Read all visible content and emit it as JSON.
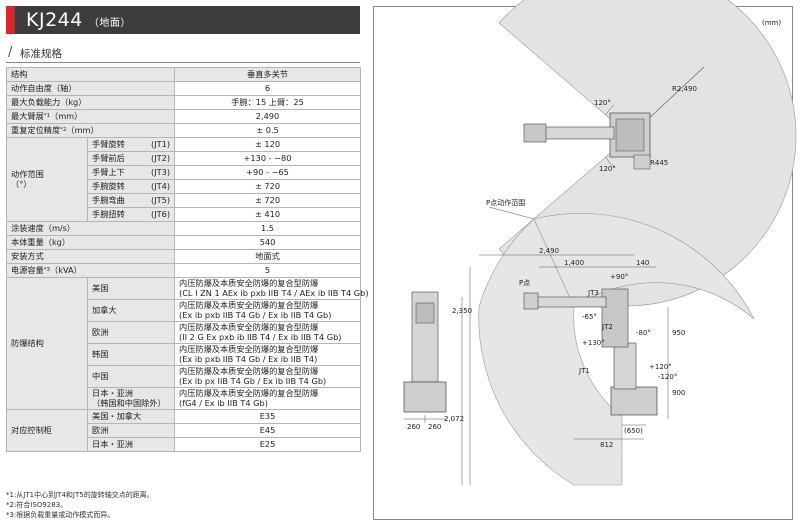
{
  "header": {
    "title": "KJ244",
    "subtitle": "（地面）"
  },
  "section": {
    "label": "标准规格"
  },
  "table": {
    "structure_label": "结构",
    "structure_value": "垂直多关节",
    "dof_label": "动作自由度（轴）",
    "dof_value": "6",
    "payload_label": "最大负载能力（kg）",
    "payload_value": "手腕：15   上臂：25",
    "reach_label": "最大臂展",
    "reach_sup": "*1",
    "reach_unit": "（mm）",
    "reach_value": "2,490",
    "repeat_label": "重复定位精度",
    "repeat_sup": "*2",
    "repeat_unit": "（mm）",
    "repeat_value": "± 0.5",
    "motion_label_1": "动作范围",
    "motion_label_2": "（°）",
    "motion_rows": [
      {
        "name": "手臂旋转",
        "jt": "(JT1)",
        "value": "± 120"
      },
      {
        "name": "手臂前后",
        "jt": "(JT2)",
        "value": "+130 - −80"
      },
      {
        "name": "手臂上下",
        "jt": "(JT3)",
        "value": "+90 - −65"
      },
      {
        "name": "手腕旋转",
        "jt": "(JT4)",
        "value": "± 720"
      },
      {
        "name": "手腕弯曲",
        "jt": "(JT5)",
        "value": "± 720"
      },
      {
        "name": "手腕扭转",
        "jt": "(JT6)",
        "value": "± 410"
      }
    ],
    "speed_label": "涂装速度（m/s）",
    "speed_value": "1.5",
    "weight_label": "本体重量（kg）",
    "weight_value": "540",
    "install_label": "安装方式",
    "install_value": "地面式",
    "power_label": "电源容量",
    "power_sup": "*3",
    "power_unit": "（kVA）",
    "power_value": "5",
    "explosion_label": "防爆结构",
    "explosion_rows": [
      {
        "region": "美国",
        "line1": "内压防爆及本质安全防爆的复合型防爆",
        "line2": "(CL I ZN 1 AEx ib pxb IIB T4 / AEx ib IIB T4 Gb)"
      },
      {
        "region": "加拿大",
        "line1": "内压防爆及本质安全防爆的复合型防爆",
        "line2": "(Ex ib pxb IIB T4 Gb / Ex ib IIB T4 Gb)"
      },
      {
        "region": "欧洲",
        "line1": "内压防爆及本质安全防爆的复合型防爆",
        "line2": "(II 2 G Ex pxb ib IIB T4 / Ex ib IIB T4 Gb)"
      },
      {
        "region": "韩国",
        "line1": "内压防爆及本质安全防爆的复合型防爆",
        "line2": "(Ex ib pxb IIB T4 Gb / Ex ib IIB T4)"
      },
      {
        "region": "中国",
        "line1": "内压防爆及本质安全防爆的复合型防爆",
        "line2": "(Ex ib px IIB T4 Gb / Ex ib IIB T4 Gb)"
      },
      {
        "region": "日本・亚洲",
        "region2": "（韩国和中国除外）",
        "line1": "内压防爆及本质安全防爆的复合型防爆",
        "line2": "(fG4 / Ex ib IIB T4 Gb)"
      }
    ],
    "controller_label": "对应控制柜",
    "controller_rows": [
      {
        "region": "美国・加拿大",
        "value": "E35"
      },
      {
        "region": "欧洲",
        "value": "E45"
      },
      {
        "region": "日本・亚洲",
        "value": "E25"
      }
    ]
  },
  "notes": [
    "*1:从JT1中心到JT4和JT5的旋转轴交点的距离。",
    "*2:符合ISO9283。",
    "*3:根据负载重量或动作模式而异。"
  ],
  "diagram": {
    "unit": "(mm)",
    "top_view": {
      "angle_1": "120°",
      "angle_2": "120°",
      "radius": "R2,490",
      "offset": "R445"
    },
    "side_view": {
      "range_label": "P点动作范围",
      "point_label": "P点",
      "dim_2490": "2,490",
      "dim_1400": "1,400",
      "dim_140": "140",
      "dim_2350": "2,350",
      "dim_950": "950",
      "dim_900": "900",
      "dim_2072": "2,072",
      "dim_812": "812",
      "dim_650": "(650)",
      "jt3": "JT3",
      "jt2": "JT2",
      "jt1": "JT1",
      "ang_p90": "+90°",
      "ang_m65": "-65°",
      "ang_m80": "-80°",
      "ang_p130": "+130°",
      "ang_p120": "+120°",
      "ang_m120": "-120°"
    },
    "front_view": {
      "dim_left": "260",
      "dim_right": "260"
    }
  }
}
